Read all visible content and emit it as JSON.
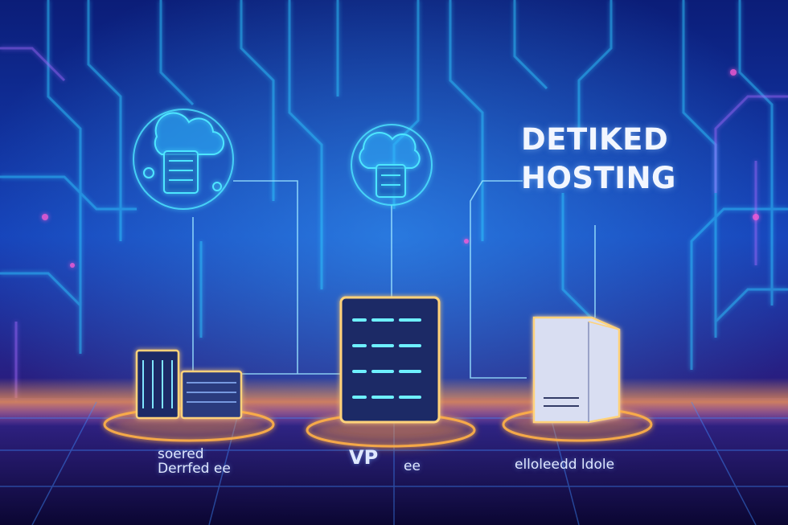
{
  "heading": {
    "line1": "DETIKED",
    "line2": "HOSTING"
  },
  "labels": {
    "shared_line1": "soered",
    "shared_line2": "Derrfed ee",
    "vps_main": "VP",
    "vps_suffix": "ee",
    "dedicated": "elloleedd ldole"
  },
  "colors": {
    "background_top": "#0a1a6b",
    "background_bottom": "#1a0a4a",
    "circuit_cyan": "#2ec8ff",
    "circuit_purple": "#9a5cff",
    "glow_orange": "#ffb347",
    "server_body": "#1c2a66"
  },
  "icons": [
    "cloud-server-icon",
    "cloud-database-icon",
    "shared-server-rack-icon",
    "vps-server-tower-icon",
    "dedicated-server-box-icon"
  ]
}
